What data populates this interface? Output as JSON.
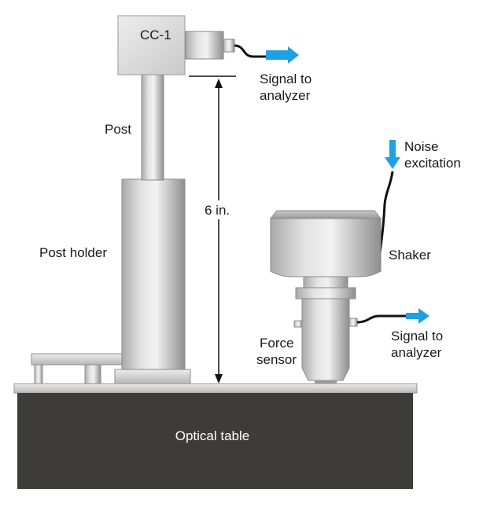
{
  "labels": {
    "sensor_box": "CC-1",
    "signal_top_line1": "Signal to",
    "signal_top_line2": "analyzer",
    "post": "Post",
    "post_holder": "Post holder",
    "distance": "6 in.",
    "noise_line1": "Noise",
    "noise_line2": "excitation",
    "shaker": "Shaker",
    "force_line1": "Force",
    "force_line2": "sensor",
    "signal_right_line1": "Signal to",
    "signal_right_line2": "analyzer",
    "table": "Optical table"
  },
  "colors": {
    "arrow": "#1fa0e0",
    "table": "#3d3c3b",
    "metal_light": "#e6e6e6",
    "metal_dark": "#8d8d8d"
  }
}
